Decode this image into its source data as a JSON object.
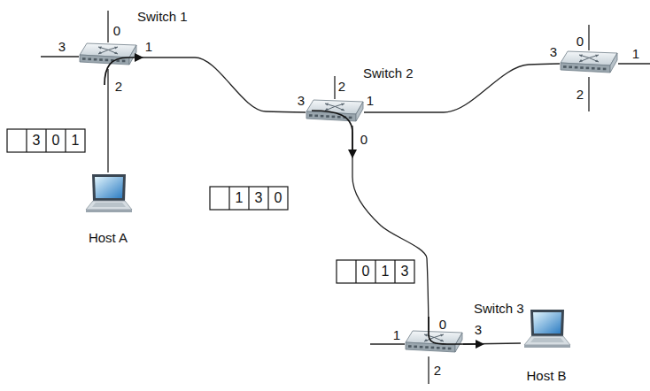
{
  "diagram": {
    "nodes": [
      {
        "text": [
          "Switch 1",
          "0",
          "3",
          "1",
          "2"
        ]
      },
      {
        "text": [
          "Switch 2",
          "2",
          "3",
          "1",
          "0"
        ]
      },
      {
        "text": [
          "0",
          "3",
          "1",
          "2"
        ]
      },
      {
        "text": [
          "Host A"
        ]
      },
      {
        "text": [
          "Switch 3",
          "0",
          "1",
          "3",
          "2"
        ]
      },
      {
        "text": [
          "Host B"
        ]
      }
    ],
    "edges": [
      {
        "from": 3,
        "to": 0,
        "arrow": "none"
      },
      {
        "from": 0,
        "to": 1,
        "arrow": "none"
      },
      {
        "from": 1,
        "to": 2,
        "arrow": "none"
      },
      {
        "from": 1,
        "to": 4,
        "arrow": "none"
      },
      {
        "from": 4,
        "to": 5,
        "arrow": "none"
      }
    ],
    "labels": [
      "3",
      "0",
      "1",
      "1",
      "3",
      "0",
      "0",
      "1",
      "3"
    ]
  }
}
